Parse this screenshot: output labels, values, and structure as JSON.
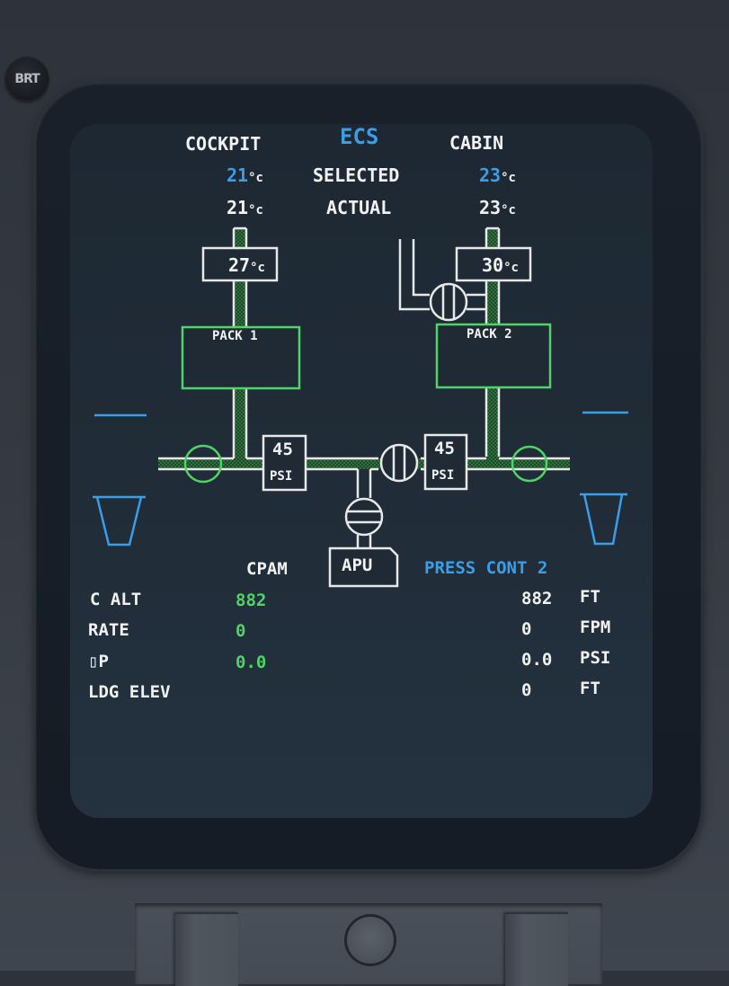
{
  "bezel": {
    "brightness_knob_label": "BRT"
  },
  "header": {
    "title": "ECS",
    "cockpit_label": "COCKPIT",
    "cabin_label": "CABIN",
    "selected_label": "SELECTED",
    "actual_label": "ACTUAL",
    "temp_unit": "°c",
    "cockpit_selected": "21",
    "cockpit_actual": "21",
    "cabin_selected": "23",
    "cabin_actual": "23"
  },
  "schematic": {
    "pack1": {
      "label": "PACK 1",
      "outlet_temp": "27",
      "bleed_pressure": "45",
      "pressure_unit": "PSI"
    },
    "pack2": {
      "label": "PACK 2",
      "outlet_temp": "30",
      "bleed_pressure": "45",
      "pressure_unit": "PSI"
    },
    "apu_label": "APU"
  },
  "pressurization": {
    "cpam_label": "CPAM",
    "press_cont_label": "PRESS CONT 2",
    "rows": [
      {
        "label": "C ALT",
        "cpam": "882",
        "cont": "882",
        "unit": "FT"
      },
      {
        "label": "RATE",
        "cpam": "0",
        "cont": "0",
        "unit": "FPM"
      },
      {
        "label": "▯P",
        "cpam": "0.0",
        "cont": "0.0",
        "unit": "PSI"
      },
      {
        "label": "LDG ELEV",
        "cpam": "",
        "cont": "0",
        "unit": "FT"
      }
    ]
  },
  "colors": {
    "white": "#f2f2f2",
    "blue": "#3a9ee8",
    "green": "#4fd466",
    "screen_bg": "#1f2a35"
  }
}
